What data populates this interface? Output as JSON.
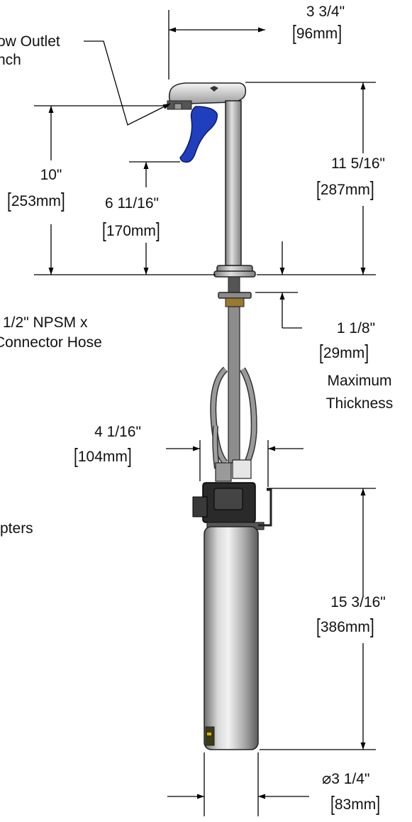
{
  "callouts": {
    "outlet_line1": "ow Outlet",
    "outlet_line2": "nch",
    "hose_line1": "1/2\" NPSM x",
    "hose_line2": "Connector Hose",
    "adapters": "pters"
  },
  "dimensions": {
    "head_width": {
      "inches": "3 3/4\"",
      "mm": "96mm"
    },
    "spout_height": {
      "inches": "11 5/16\"",
      "mm": "287mm"
    },
    "outlet_height": {
      "inches": "10\"",
      "mm": "253mm"
    },
    "lever_height": {
      "inches": "6 11/16\"",
      "mm": "170mm"
    },
    "max_thickness": {
      "inches": "1 1/8\"",
      "mm": "29mm",
      "note_line1": "Maximum",
      "note_line2": "Thickness"
    },
    "hose_width": {
      "inches": "4 1/16\"",
      "mm": "104mm"
    },
    "filter_height": {
      "inches": "15 3/16\"",
      "mm": "386mm"
    },
    "filter_diameter": {
      "inches": "3 1/4\"",
      "mm": "83mm"
    }
  },
  "colors": {
    "lever": "#1f3fbf",
    "line": "#000000",
    "background": "#ffffff"
  },
  "icons": [
    "diameter-icon"
  ]
}
